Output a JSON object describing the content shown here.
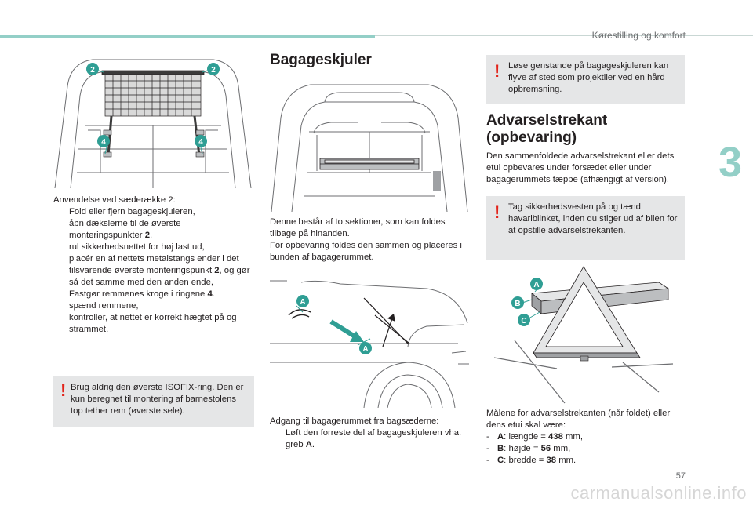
{
  "header": {
    "section": "Kørestilling og komfort",
    "chapter": "3",
    "page": "57"
  },
  "watermark": "carmanualsonline.info",
  "col1": {
    "figure_labels": [
      "2",
      "2",
      "4",
      "4"
    ],
    "intro": "Anvendelse ved sæderække 2:",
    "bullet_marker": "",
    "bullets": [
      {
        "pre": "Fold eller fjern bagageskjuleren,",
        "bold": "",
        "post": ""
      },
      {
        "pre": "åbn dækslerne til de øverste monteringspunkter ",
        "bold": "2",
        "post": ","
      },
      {
        "pre": "rul sikkerhedsnettet for høj last ud,",
        "bold": "",
        "post": ""
      },
      {
        "pre": "placér en af nettets metalstangs ender i det tilsvarende øverste monteringspunkt ",
        "bold": "2",
        "post": ", og gør så det samme med den anden ende,"
      },
      {
        "pre": "Fastgør remmenes kroge i ringene ",
        "bold": "4",
        "post": "."
      },
      {
        "pre": "spænd remmene,",
        "bold": "",
        "post": ""
      },
      {
        "pre": "kontroller, at nettet er korrekt hægtet på og strammet.",
        "bold": "",
        "post": ""
      }
    ],
    "warning_symbol": "!",
    "warning": "Brug aldrig den øverste ISOFIX-ring. Den er kun beregnet til montering af barnestolens top tether rem (øverste sele)."
  },
  "col2": {
    "heading": "Bagageskjuler",
    "para": "Denne består af to sektioner, som kan foldes tilbage på hinanden.",
    "para2": "For opbevaring foldes den sammen og placeres i bunden af bagagerummet.",
    "figure_labels": [
      "A",
      "A"
    ],
    "access_intro": "Adgang til bagagerummet fra bagsæderne:",
    "bullet_pre": "Løft den forreste del af bagageskjuleren vha. greb ",
    "bullet_bold": "A",
    "bullet_post": "."
  },
  "col3": {
    "warning_symbol": "!",
    "warning1": "Løse genstande på bagageskjuleren kan flyve af sted som projektiler ved en hård opbremsning.",
    "heading": "Advarselstrekant (opbevaring)",
    "para": "Den sammenfoldede advarselstrekant eller dets etui opbevares under forsædet eller under bagagerummets tæppe (afhængigt af version).",
    "warning2": "Tag sikkerhedsvesten på og tænd havariblinket, inden du stiger ud af bilen for at opstille advarselstrekanten.",
    "figure_labels": [
      "A",
      "B",
      "C"
    ],
    "dims_intro": "Målene for advarselstrekanten (når foldet) eller dens etui skal være:",
    "dims": [
      {
        "key": "A",
        "label": ": længde = ",
        "value": "438",
        "unit": " mm,"
      },
      {
        "key": "B",
        "label": ": højde = ",
        "value": "56",
        "unit": " mm,"
      },
      {
        "key": "C",
        "label": ": bredde = ",
        "value": "38",
        "unit": " mm."
      }
    ]
  },
  "colors": {
    "accent": "#93cfc7",
    "warning": "#e2231a",
    "callout": "#2f9e94",
    "box": "#e5e6e7"
  }
}
